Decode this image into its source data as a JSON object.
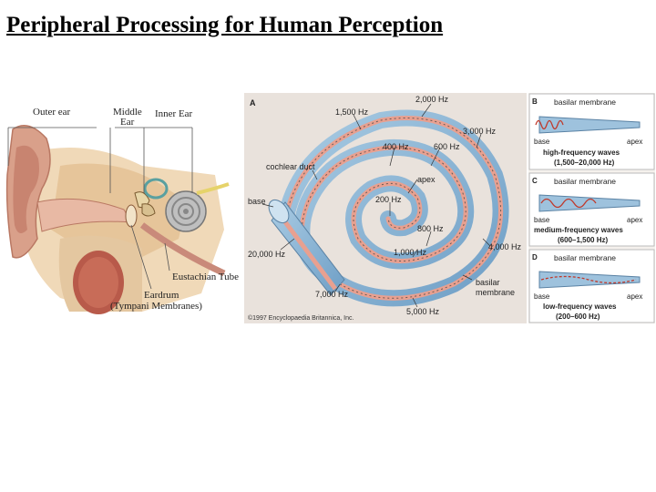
{
  "slide": {
    "title": "Peripheral Processing for Human Perception"
  },
  "ear_figure": {
    "outer_ear": "Outer ear",
    "middle_ear_1": "Middle",
    "middle_ear_2": "Ear",
    "inner_ear": "Inner Ear",
    "eustachian_tube": "Eustachian Tube",
    "eardrum_1": "Eardrum",
    "eardrum_2": "(Tympani Membranes)"
  },
  "cochlea_figure": {
    "panel_letter": "A",
    "hz_2000": "2,000 Hz",
    "hz_1500": "1,500 Hz",
    "hz_3000": "3,000 Hz",
    "hz_400": "400 Hz",
    "hz_600_top": "600 Hz",
    "apex": "apex",
    "cochlear_duct": "cochlear duct",
    "hz_200": "200 Hz",
    "base": "base",
    "hz_800": "800 Hz",
    "hz_20000": "20,000 Hz",
    "hz_1000": "1,000 Hz",
    "hz_4000": "4,000 Hz",
    "basilar_membrane_1": "basilar",
    "basilar_membrane_2": "membrane",
    "hz_7000": "7,000 Hz",
    "hz_5000": "5,000 Hz",
    "copyright": "©1997 Encyclopaedia Britannica, Inc."
  },
  "waves_figure": {
    "b": {
      "letter": "B",
      "membrane": "basilar membrane",
      "base": "base",
      "apex": "apex",
      "caption_1": "high-frequency waves",
      "caption_2": "(1,500–20,000 Hz)"
    },
    "c": {
      "letter": "C",
      "membrane": "basilar membrane",
      "base": "base",
      "apex": "apex",
      "caption_1": "medium-frequency waves",
      "caption_2": "(600–1,500 Hz)"
    },
    "d": {
      "letter": "D",
      "membrane": "basilar membrane",
      "base": "base",
      "apex": "apex",
      "caption_1": "low-frequency waves",
      "caption_2": "(200–600 Hz)"
    }
  },
  "colors": {
    "cochlea_blue": "#8db7d6",
    "cochlea_pink": "#e8a090",
    "wave_red": "#c0392b"
  }
}
